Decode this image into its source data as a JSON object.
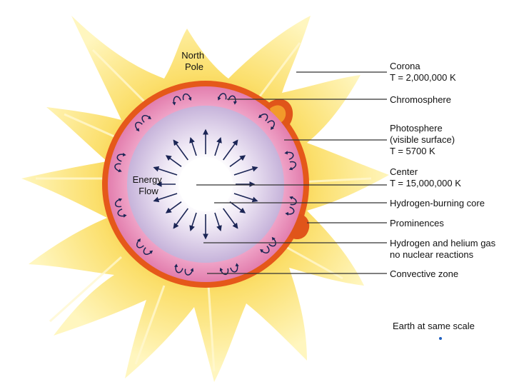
{
  "diagram": {
    "north_pole": [
      "North",
      "Pole"
    ],
    "energy_flow": [
      "Energy",
      "Flow"
    ],
    "labels": {
      "corona": [
        "Corona",
        "T = 2,000,000 K"
      ],
      "chromosphere": [
        "Chromosphere"
      ],
      "photosphere": [
        "Photosphere",
        "(visible surface)",
        "T = 5700 K"
      ],
      "center": [
        "Center",
        "T = 15,000,000 K"
      ],
      "core": [
        "Hydrogen-burning core"
      ],
      "prominences": [
        "Prominences"
      ],
      "gas": [
        "Hydrogen and helium gas",
        "no nuclear reactions"
      ],
      "convective": [
        "Convective zone"
      ],
      "earth": [
        "Earth at same scale"
      ]
    }
  },
  "colors": {
    "corona_outer": "#fff3a8",
    "corona_inner": "#f9c93c",
    "chromosphere": "#e85a14",
    "convective_zone": "#e896bd",
    "radiative_zone": "#c9b8dc",
    "core": "#ffffff",
    "leader_line": "#333333",
    "earth": "#1f5fbf"
  }
}
